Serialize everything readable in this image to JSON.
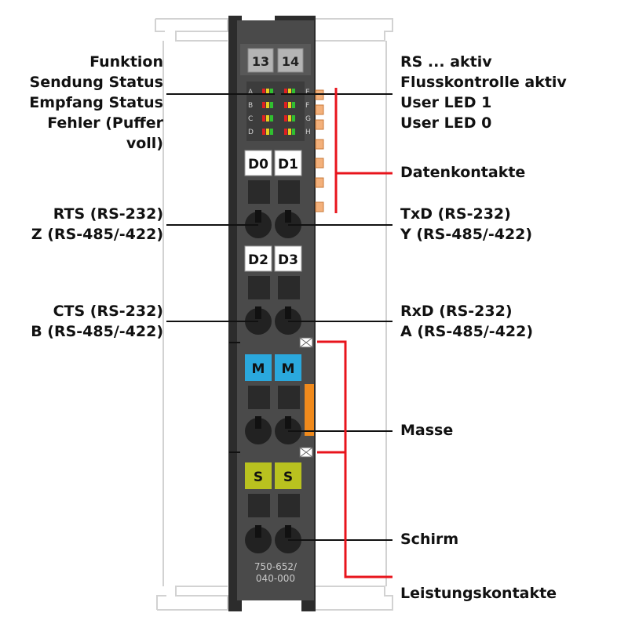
{
  "module": {
    "terminal_numbers": [
      "13",
      "14"
    ],
    "led_letters_left": [
      "A",
      "B",
      "C",
      "D"
    ],
    "led_letters_right": [
      "E",
      "F",
      "G",
      "H"
    ],
    "data_contacts_top": [
      "D0",
      "D1"
    ],
    "data_contacts_bottom": [
      "D2",
      "D3"
    ],
    "ground_contacts": [
      "M",
      "M"
    ],
    "shield_contacts": [
      "S",
      "S"
    ],
    "part_number_line1": "750-652/",
    "part_number_line2": "040-000"
  },
  "labels_left": {
    "led_functions": [
      "Funktion",
      "Sendung Status",
      "Empfang Status",
      "Fehler (Puffer",
      "voll)"
    ],
    "rts": [
      "RTS (RS-232)",
      "Z (RS-485/-422)"
    ],
    "cts": [
      "CTS (RS-232)",
      "B (RS-485/-422)"
    ]
  },
  "labels_right": {
    "led_functions": [
      "RS ... aktiv",
      "Flusskontrolle aktiv",
      "User LED 1",
      "User LED 0"
    ],
    "data_contacts": "Datenkontakte",
    "txd": [
      "TxD (RS-232)",
      "Y (RS-485/-422)"
    ],
    "rxd": [
      "RxD (RS-232)",
      "A (RS-485/-422)"
    ],
    "ground": "Masse",
    "shield": "Schirm",
    "power_contacts": "Leistungskontakte"
  },
  "colors": {
    "housing": "#4a4a4a",
    "ground_marker": "#2aa8dd",
    "shield_marker": "#b9c21f",
    "bracket_red": "#e8141c",
    "contact_orange": "#f08a1c"
  }
}
